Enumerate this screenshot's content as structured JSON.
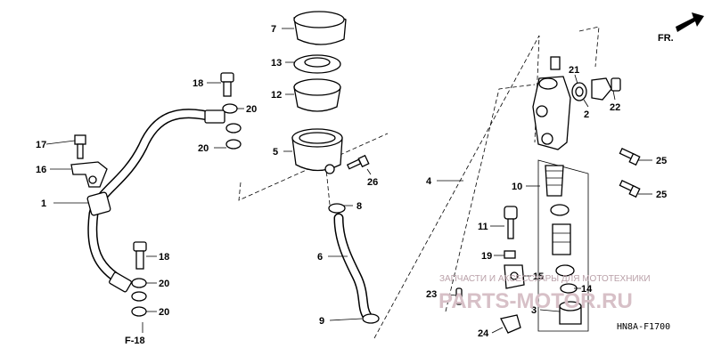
{
  "diagram": {
    "callouts": {
      "c1": "1",
      "c2": "2",
      "c3": "3",
      "c4": "4",
      "c5": "5",
      "c6": "6",
      "c7": "7",
      "c8": "8",
      "c9": "9",
      "c10": "10",
      "c11": "11",
      "c12": "12",
      "c13": "13",
      "c14": "14",
      "c15": "15",
      "c16": "16",
      "c17": "17",
      "c18a": "18",
      "c18b": "18",
      "c19": "19",
      "c20a": "20",
      "c20b": "20",
      "c20c": "20",
      "c20d": "20",
      "c21": "21",
      "c22": "22",
      "c23": "23",
      "c24": "24",
      "c25a": "25",
      "c25b": "25",
      "c26": "26"
    },
    "direction_label": "FR.",
    "reference_label": "F-18",
    "diagram_code": "HN8A-F1700"
  },
  "watermark": {
    "line1": "ЗАПЧАСТИ И АКСЕССУАРЫ ДЛЯ МОТОТЕХНИКИ",
    "line2": "PARTS-MOTOR.RU"
  },
  "colors": {
    "ink": "#000000",
    "watermark": "#d7c0c7"
  }
}
